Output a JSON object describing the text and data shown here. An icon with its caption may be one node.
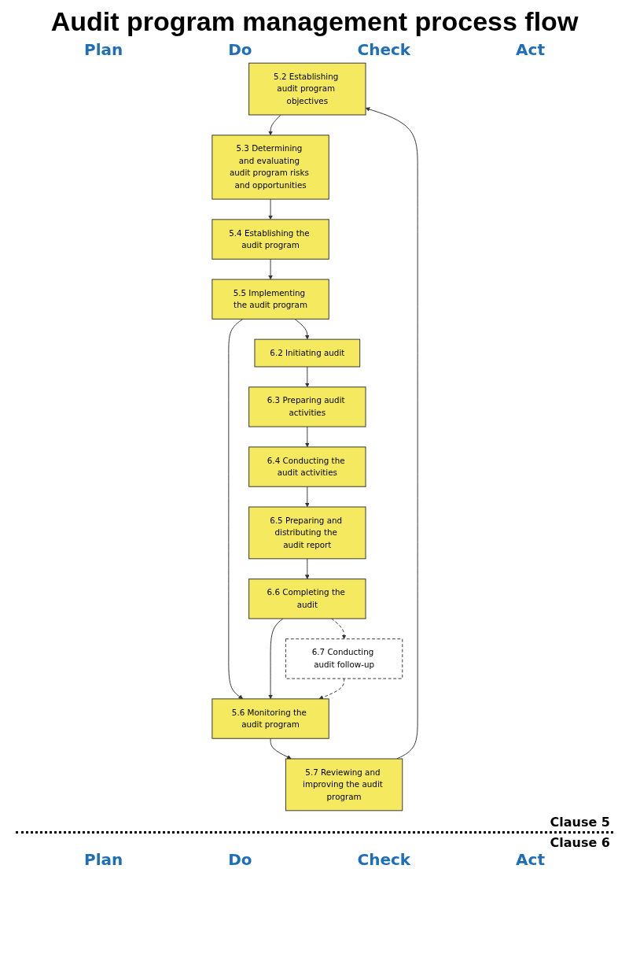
{
  "diagram": {
    "title": "Audit program management process flow",
    "nodes": [
      {
        "text": [
          "5.2 Establishing audit program objectives"
        ]
      },
      {
        "text": [
          "5.3 Determining and evaluating audit program risks and opportunities"
        ]
      },
      {
        "text": [
          "5.4 Establishing the audit program"
        ]
      },
      {
        "text": [
          "5.5 Implementing the audit program"
        ]
      },
      {
        "text": [
          "5.6 Monitoring the audit program"
        ]
      },
      {
        "text": [
          "5.7 Reviewing and improving the audit program"
        ]
      },
      {
        "text": [
          "6.2 Initiating audit"
        ]
      },
      {
        "text": [
          "6.3 Preparing audit activities"
        ]
      },
      {
        "text": [
          "6.4 Conducting the audit activities"
        ]
      },
      {
        "text": [
          "6.5 Preparing and distributing the audit report"
        ]
      },
      {
        "text": [
          "6.6 Completing the audit"
        ]
      },
      {
        "text": [
          "6.7 Conducting audit follow-up"
        ]
      }
    ],
    "edges": [
      {
        "from": 0,
        "to": 1,
        "arrow": "to"
      },
      {
        "from": 1,
        "to": 2,
        "arrow": "to"
      },
      {
        "from": 2,
        "to": 3,
        "arrow": "to"
      },
      {
        "from": 3,
        "to": 4,
        "arrow": "to"
      },
      {
        "from": 4,
        "to": 5,
        "arrow": "to"
      },
      {
        "from": 5,
        "to": 0,
        "arrow": "to"
      },
      {
        "from": 3,
        "to": 6,
        "arrow": "to"
      },
      {
        "from": 6,
        "to": 7,
        "arrow": "to"
      },
      {
        "from": 7,
        "to": 8,
        "arrow": "to"
      },
      {
        "from": 8,
        "to": 9,
        "arrow": "to"
      },
      {
        "from": 9,
        "to": 10,
        "arrow": "to"
      },
      {
        "from": 10,
        "to": 4,
        "arrow": "to"
      },
      {
        "from": 10,
        "to": 11,
        "arrow": "to",
        "style": "dashed"
      },
      {
        "from": 11,
        "to": 4,
        "arrow": "to",
        "style": "dashed"
      }
    ],
    "labels": [
      "Plan",
      "Do",
      "Check",
      "Act",
      "Clause 5",
      "Clause 6",
      "Plan",
      "Do",
      "Check",
      "Act"
    ]
  }
}
